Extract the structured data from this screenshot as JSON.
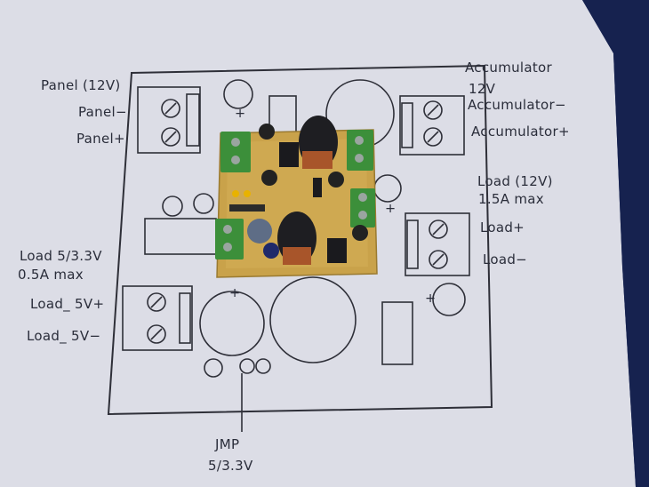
{
  "labels": {
    "panel_12v": "Panel (12V)",
    "panel_minus": "Panel−",
    "panel_plus": "Panel+",
    "accumulator": "Accumulator",
    "accumulator_12v": "12V",
    "accumulator_minus": "Accumulator−",
    "accumulator_plus": "Accumulator+",
    "load_12v": "Load (12V)",
    "load_12v_max": "1.5A max",
    "load_plus": "Load+",
    "load_minus": "Load−",
    "load_5v33": "Load 5/3.3V",
    "load_5v33_max": "0.5A max",
    "load_5v_plus": "Load_ 5V+",
    "load_5v_minus": "Load_ 5V−",
    "jmp": "JMP",
    "jmp_value": "5/3.3V",
    "plus_marks": [
      "+",
      "+",
      "+",
      "+"
    ]
  },
  "colors": {
    "background": "#1b2a5e",
    "paper": "#dcdde6",
    "ink": "#2a2d3a",
    "pcb": "#c9a24a",
    "terminal_green": "#3c8f3a",
    "inductor_black": "#1e1e22",
    "copper": "#a8552a"
  },
  "icons": [
    "screw-terminal-icon",
    "inductor-icon",
    "capacitor-icon",
    "ic-chip-icon"
  ]
}
